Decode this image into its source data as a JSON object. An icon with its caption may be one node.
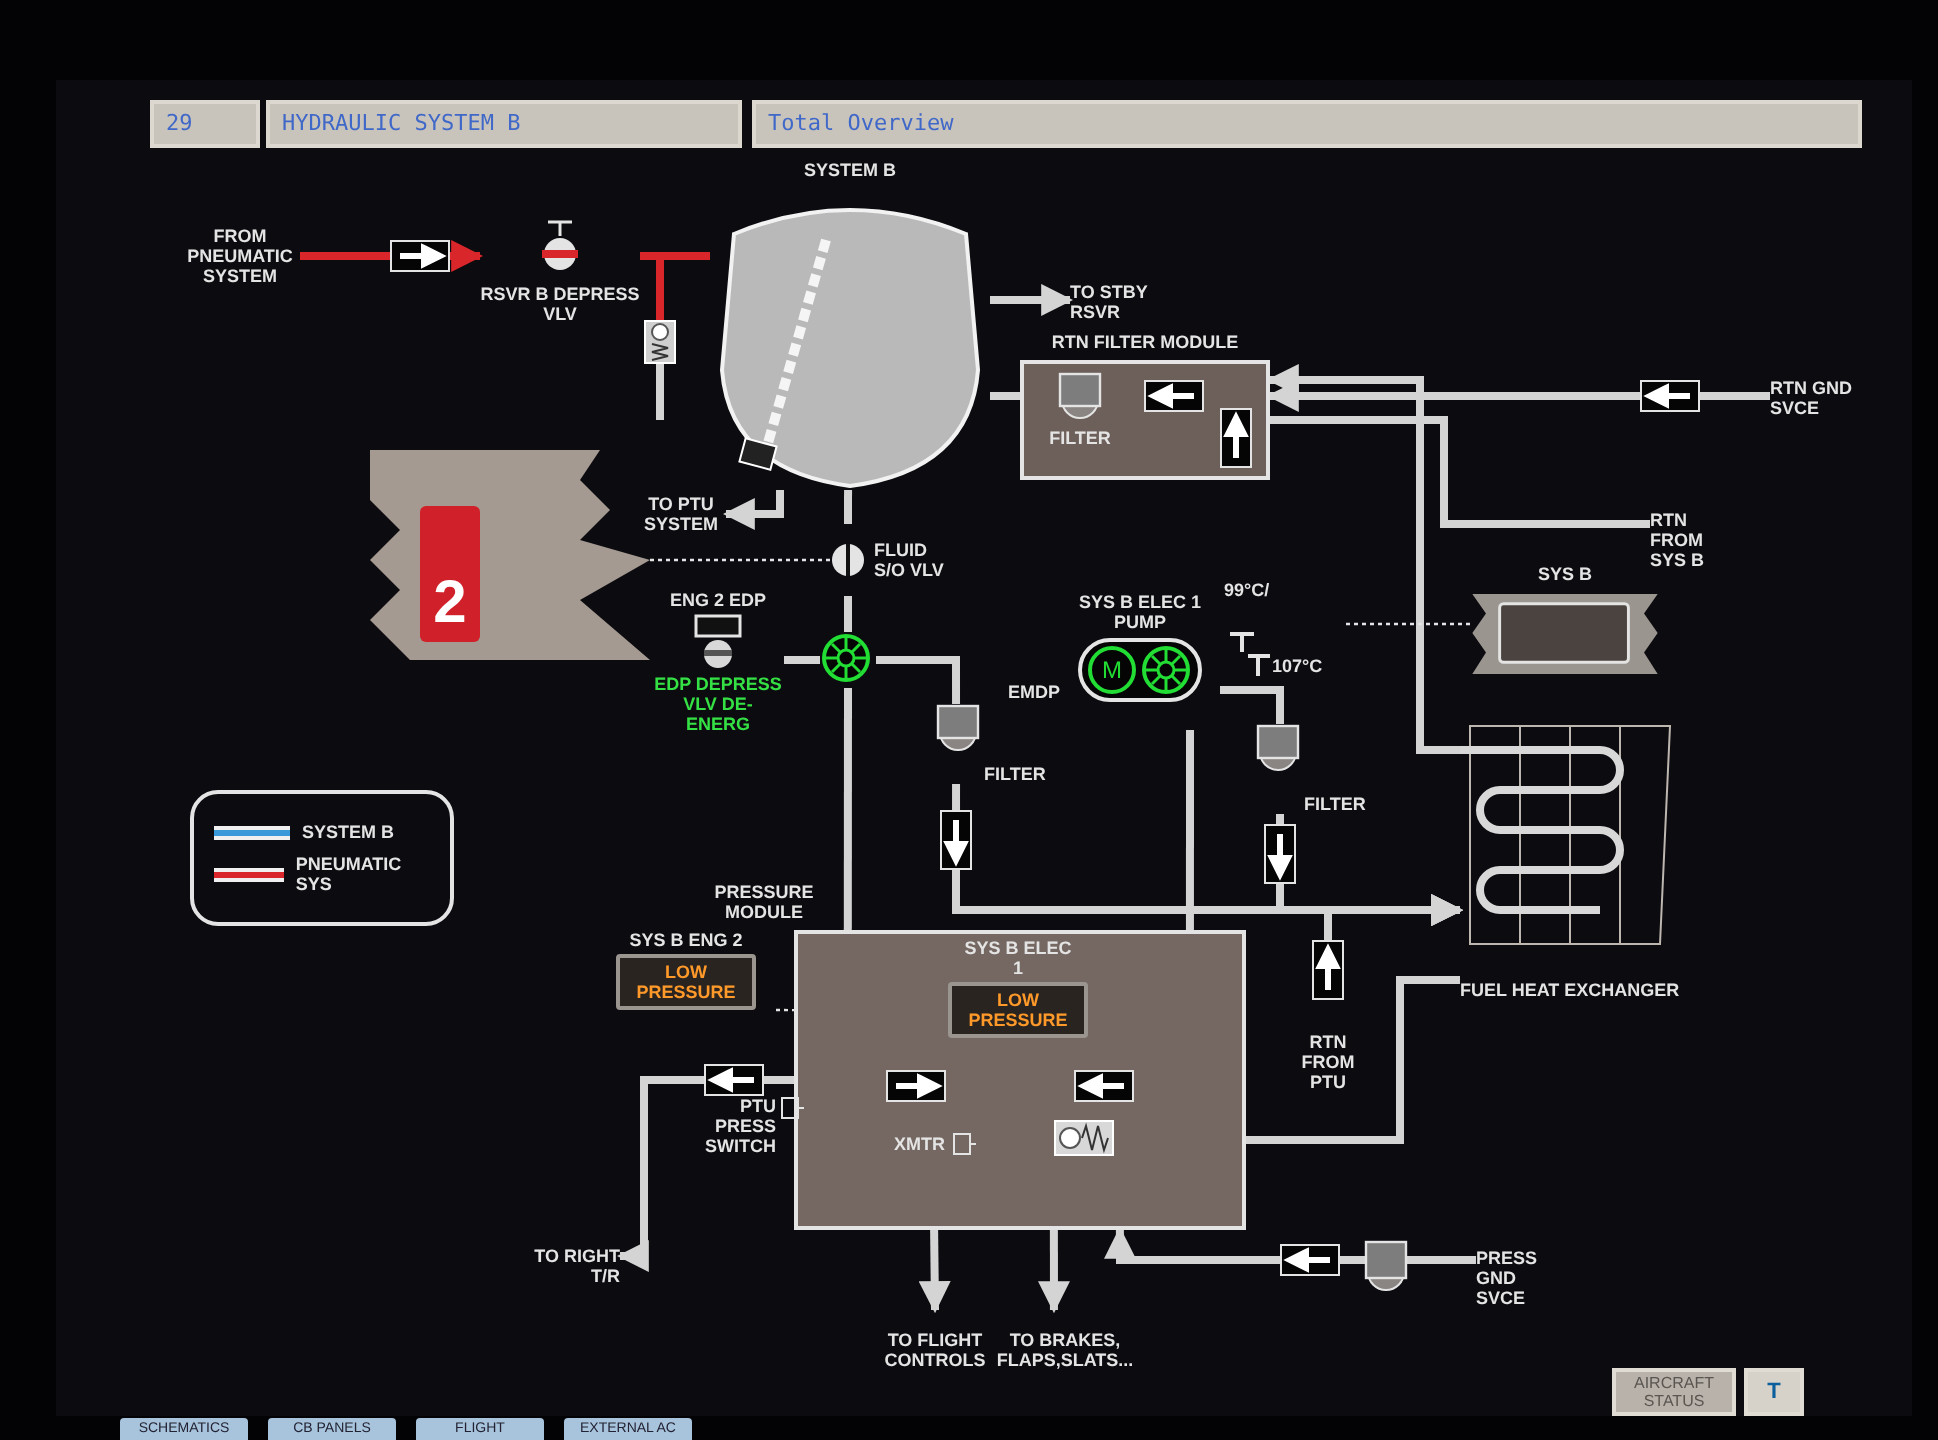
{
  "diagram": {
    "nodes": [
      {
        "text": [
          "FROM PNEUMATIC SYSTEM"
        ]
      },
      {
        "text": [
          "SYSTEM B"
        ]
      },
      {
        "text": [
          "RSVR B DEPRESS VLV"
        ]
      },
      {
        "text": [
          "TO STBY RSVR"
        ]
      },
      {
        "text": [
          "RTN FILTER MODULE"
        ]
      },
      {
        "text": [
          "FILTER"
        ],
        "in": 4
      },
      {
        "text": [
          "RTN GND SVCE"
        ]
      },
      {
        "text": [
          "TO PTU SYSTEM"
        ]
      },
      {
        "text": [
          "FLUID S/O VLV"
        ]
      },
      {
        "text": [
          "2"
        ]
      },
      {
        "text": [
          "ENG 2 EDP",
          "EDP DEPRESS VLV DE-ENERG"
        ]
      },
      {
        "text": [],
        "shape": "circle"
      },
      {
        "text": [
          "FILTER"
        ]
      },
      {
        "text": [
          "SYS B ELEC 1 PUMP",
          "M"
        ],
        "beside": [
          "EMDP"
        ]
      },
      {
        "text": [
          "99°C/",
          "107°C"
        ]
      },
      {
        "text": [
          "SYS B"
        ]
      },
      {
        "text": [
          "FILTER"
        ]
      },
      {
        "text": [
          "RTN FROM SYS B"
        ]
      },
      {
        "text": [
          "FUEL HEAT EXCHANGER"
        ]
      },
      {
        "text": [
          "PRESSURE MODULE"
        ]
      },
      {
        "text": [
          "SYS B ENG 2",
          "LOW PRESSURE"
        ]
      },
      {
        "text": [
          "SYS B ELEC 1",
          "LOW PRESSURE"
        ],
        "in": 19
      },
      {
        "text": [
          "PTU PRESS SWITCH"
        ]
      },
      {
        "text": [
          "XMTR"
        ],
        "in": 19
      },
      {
        "text": [
          "RTN FROM PTU"
        ]
      },
      {
        "text": [
          "TO RIGHT T/R"
        ]
      },
      {
        "text": [
          "TO FLIGHT CONTROLS"
        ]
      },
      {
        "text": [
          "TO BRAKES, FLAPS,SLATS..."
        ]
      },
      {
        "text": [
          "PRESS GND SVCE"
        ]
      }
    ],
    "edges": [
      {
        "from": 0,
        "to": 2,
        "arrow": "to",
        "color": "#d8262b"
      },
      {
        "from": 2,
        "to": 1,
        "arrow": "none",
        "color": "#d8262b"
      },
      {
        "from": 1,
        "to": 3,
        "arrow": "to"
      },
      {
        "from": 4,
        "to": 1,
        "arrow": "none"
      },
      {
        "from": 6,
        "to": 4,
        "arrow": "to"
      },
      {
        "from": 17,
        "to": 4,
        "arrow": "none"
      },
      {
        "from": 1,
        "to": 7,
        "arrow": "to"
      },
      {
        "from": 1,
        "to": 8,
        "arrow": "none"
      },
      {
        "from": 9,
        "to": 8,
        "arrow": "none",
        "style": "dashed"
      },
      {
        "from": 8,
        "to": 11,
        "arrow": "none"
      },
      {
        "from": 10,
        "to": 11,
        "arrow": "none"
      },
      {
        "from": 11,
        "to": 19,
        "arrow": "none"
      },
      {
        "from": 11,
        "to": 12,
        "arrow": "none"
      },
      {
        "from": 12,
        "to": 18,
        "arrow": "to"
      },
      {
        "from": 13,
        "to": 16,
        "arrow": "none"
      },
      {
        "from": 16,
        "to": 18,
        "arrow": "to"
      },
      {
        "from": 13,
        "to": 19,
        "arrow": "none"
      },
      {
        "from": 24,
        "to": 18,
        "arrow": "to"
      },
      {
        "from": 18,
        "to": 4,
        "arrow": "to"
      },
      {
        "from": 15,
        "to": 14,
        "arrow": "none",
        "style": "dashed"
      },
      {
        "from": 19,
        "to": 25,
        "arrow": "to"
      },
      {
        "from": 19,
        "to": 26,
        "arrow": "to"
      },
      {
        "from": 19,
        "to": 27,
        "arrow": "to"
      },
      {
        "from": 28,
        "to": 19,
        "arrow": "to"
      },
      {
        "from": 20,
        "to": 19,
        "arrow": "none",
        "style": "dashed"
      },
      {
        "from": 19,
        "to": 18,
        "arrow": "none"
      }
    ],
    "labels": [
      "29",
      "HYDRAULIC SYSTEM B",
      "Total Overview",
      "AIRCRAFT STATUS",
      "T",
      "SCHEMATICS",
      "CB PANELS",
      "FLIGHT",
      "EXTERNAL AC"
    ],
    "legend": [
      {
        "text": "SYSTEM B",
        "color": "#3a9ad9"
      },
      {
        "text": "PNEUMATIC SYS",
        "color": "#d8262b"
      }
    ]
  }
}
